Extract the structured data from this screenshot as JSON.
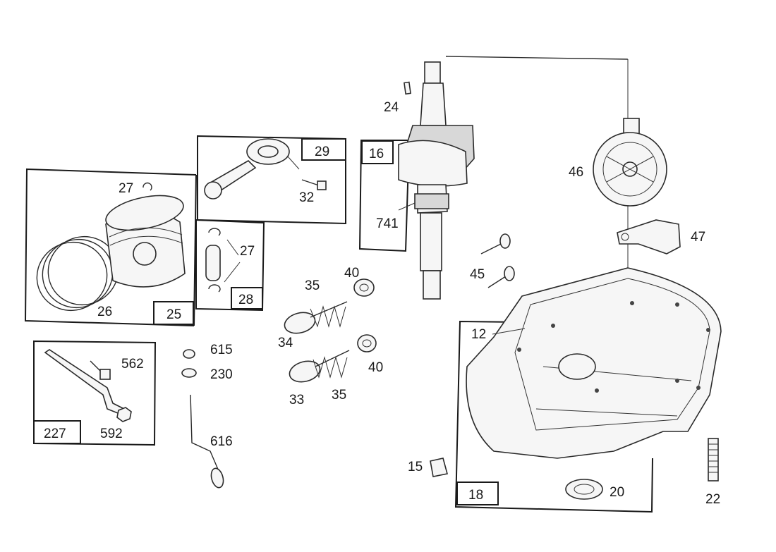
{
  "diagram": {
    "boxes": {
      "piston_group": "25",
      "connecting_rod": "29",
      "pin_group": "28",
      "crankshaft": "16",
      "breather_group": "227",
      "sump_group": "18"
    },
    "labels": {
      "key_24": "24",
      "lock_27_top": "27",
      "rings_26": "26",
      "screw_32": "32",
      "locks_27_right": "27",
      "gear_741": "741",
      "gear_46": "46",
      "governor_47": "47",
      "valve_35_top": "35",
      "retainer_40_top": "40",
      "valve_34": "34",
      "pins_45": "45",
      "sump_12": "12",
      "screw_562": "562",
      "nut_592": "592",
      "retainer_615": "615",
      "washer_230": "230",
      "dipstick_616": "616",
      "valve_33": "33",
      "spring_35_bottom": "35",
      "retainer_40_bottom": "40",
      "plug_15": "15",
      "seal_20": "20",
      "screw_22": "22"
    }
  }
}
